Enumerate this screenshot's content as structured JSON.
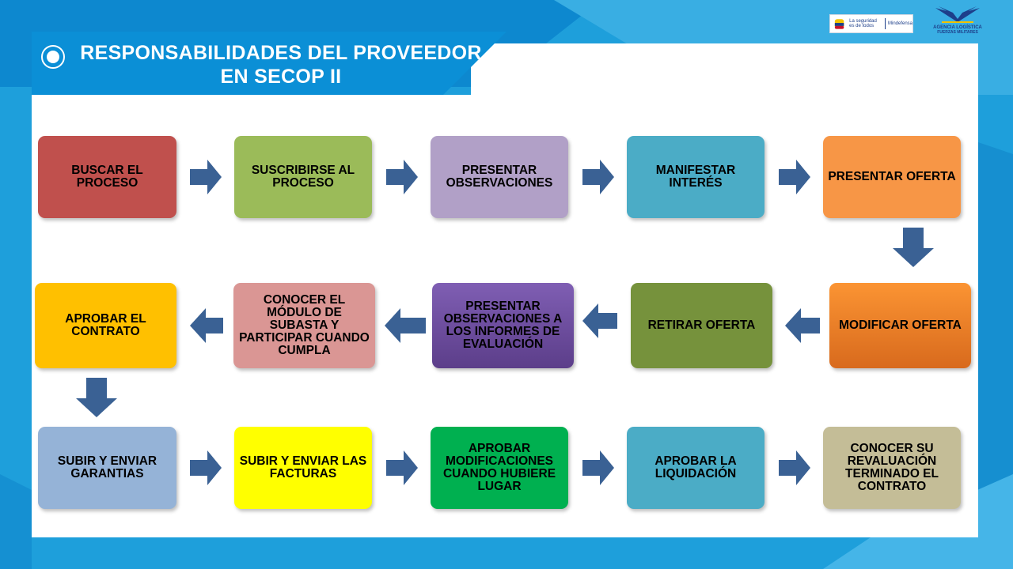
{
  "title": {
    "line1": "RESPONSABILIDADES DEL PROVEEDOR",
    "line2": "EN SECOP II"
  },
  "logos": {
    "gov": {
      "text": "La seguridad es de todos",
      "ministry": "Mindefensa"
    },
    "agency": {
      "text": "AGENCIA LOGÍSTICA",
      "subtitle": "FUERZAS MILITARES"
    }
  },
  "colors": {
    "background": "#1e9fdb",
    "arrow": "#3a6194"
  },
  "steps": [
    {
      "label": "BUSCAR EL PROCESO",
      "color": "#c0504d"
    },
    {
      "label": "SUSCRIBIRSE AL PROCESO",
      "color": "#9bbb59"
    },
    {
      "label": "PRESENTAR OBSERVACIONES",
      "color": "#b1a0c7"
    },
    {
      "label": "MANIFESTAR INTERÉS",
      "color": "#4bacc6"
    },
    {
      "label": "PRESENTAR OFERTA",
      "color": "#f79646"
    },
    {
      "label": "MODIFICAR OFERTA",
      "color": "#f58a26"
    },
    {
      "label": "RETIRAR OFERTA",
      "color": "#76923c"
    },
    {
      "label": "PRESENTAR OBSERVACIONES A LOS INFORMES DE EVALUACIÓN",
      "color": "#6b4c9a"
    },
    {
      "label": "CONOCER EL MÓDULO DE SUBASTA Y PARTICIPAR CUANDO CUMPLA",
      "color": "#da9694"
    },
    {
      "label": "APROBAR EL CONTRATO",
      "color": "#ffc000"
    },
    {
      "label": "SUBIR Y ENVIAR GARANTIAS",
      "color": "#95b3d7"
    },
    {
      "label": "SUBIR Y ENVIAR LAS FACTURAS",
      "color": "#ffff00"
    },
    {
      "label": "APROBAR MODIFICACIONES CUANDO HUBIERE LUGAR",
      "color": "#00b050"
    },
    {
      "label": "APROBAR LA LIQUIDACIÓN",
      "color": "#4bacc6"
    },
    {
      "label": "CONOCER SU REVALUACIÓN TERMINADO EL CONTRATO",
      "color": "#c4bd97"
    }
  ]
}
